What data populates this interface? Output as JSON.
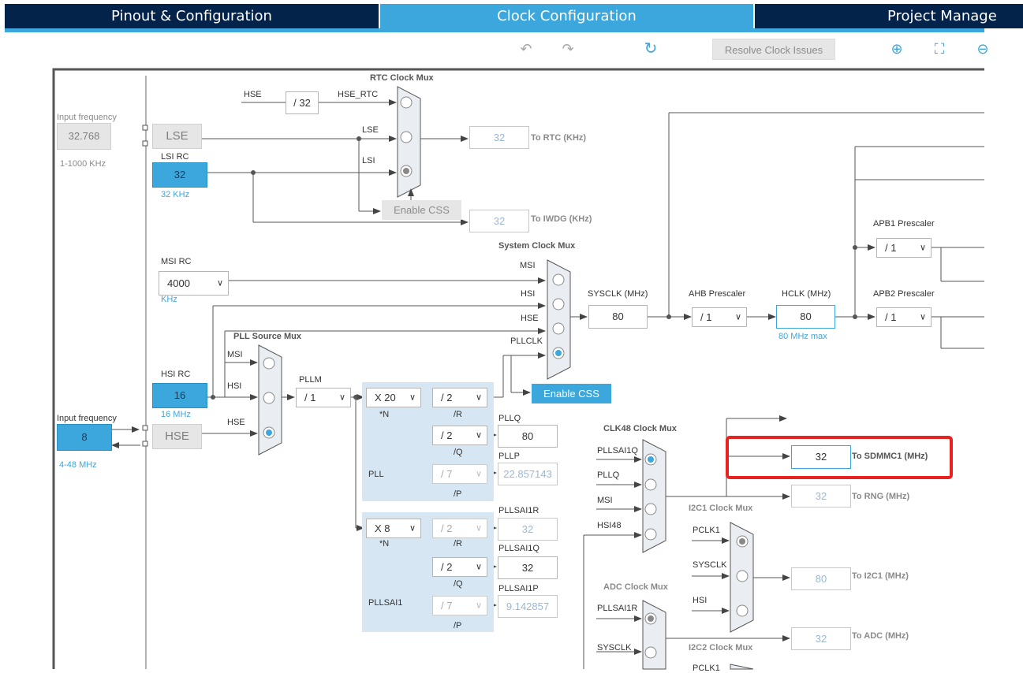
{
  "tabs": [
    "Pinout & Configuration",
    "Clock Configuration",
    "Project Manage"
  ],
  "toolbar": {
    "undo_icon": "undo-icon",
    "redo_icon": "redo-icon",
    "refresh_icon": "refresh-icon",
    "resolve_label": "Resolve Clock Issues",
    "zoom_in_icon": "zoom-in-icon",
    "fit_icon": "fit-icon",
    "zoom_out_icon": "zoom-out-icon"
  },
  "colors": {
    "accent": "#3ba7dc",
    "dark": "#03234b",
    "highlight": "#e8231f"
  },
  "left": {
    "lse_input_label": "Input frequency",
    "lse_input_value": "32.768",
    "lse_range": "1-1000 KHz",
    "lse": "LSE",
    "lsi_rc_label": "LSI RC",
    "lsi_rc_value": "32",
    "lsi_rc_unit": "32 KHz",
    "msi_rc_label": "MSI RC",
    "msi_value": "4000",
    "msi_unit": "KHz",
    "hsi_rc_label": "HSI RC",
    "hsi_value": "16",
    "hsi_unit": "16 MHz",
    "hse_input_label": "Input frequency",
    "hse_input_value": "8",
    "hse_range": "4-48 MHz",
    "hse": "HSE"
  },
  "rtc": {
    "title": "RTC Clock Mux",
    "hse": "HSE",
    "div": "/ 32",
    "hse_rtc": "HSE_RTC",
    "lse": "LSE",
    "lsi": "LSI",
    "enable_css": "Enable CSS",
    "rtc_value": "32",
    "rtc_label": "To RTC (KHz)",
    "iwdg_value": "32",
    "iwdg_label": "To IWDG (KHz)"
  },
  "sysmux": {
    "title": "System Clock Mux",
    "msi": "MSI",
    "hsi": "HSI",
    "hse": "HSE",
    "pllclk": "PLLCLK",
    "enable_css": "Enable CSS",
    "sysclk_label": "SYSCLK (MHz)",
    "sysclk_value": "80",
    "ahb_label": "AHB Prescaler",
    "ahb_value": "/ 1",
    "hclk_label": "HCLK (MHz)",
    "hclk_value": "80",
    "hclk_max": "80 MHz max",
    "apb1_label": "APB1 Prescaler",
    "apb1_value": "/ 1",
    "apb2_label": "APB2 Prescaler",
    "apb2_value": "/ 1"
  },
  "pllsrc": {
    "title": "PLL Source Mux",
    "msi": "MSI",
    "hsi": "HSI",
    "hse": "HSE",
    "pllm_label": "PLLM",
    "pllm_value": "/ 1"
  },
  "pll": {
    "name": "PLL",
    "n_value": "X 20",
    "n_label": "*N",
    "r_value": "/ 2",
    "r_label": "/R",
    "q_value": "/ 2",
    "q_label": "/Q",
    "p_value": "/ 7",
    "p_label": "/P",
    "pllq_label": "PLLQ",
    "pllq_value": "80",
    "pllp_label": "PLLP",
    "pllp_value": "22.857143"
  },
  "pllsai1": {
    "name": "PLLSAI1",
    "n_value": "X 8",
    "n_label": "*N",
    "r_value": "/ 2",
    "r_label": "/R",
    "q_value": "/ 2",
    "q_label": "/Q",
    "p_value": "/ 7",
    "p_label": "/P",
    "r_out_label": "PLLSAI1R",
    "r_out_value": "32",
    "q_out_label": "PLLSAI1Q",
    "q_out_value": "32",
    "p_out_label": "PLLSAI1P",
    "p_out_value": "9.142857"
  },
  "clk48": {
    "title": "CLK48 Clock Mux",
    "in1": "PLLSAI1Q",
    "in2": "PLLQ",
    "in3": "MSI",
    "in4": "HSI48",
    "sdmmc_value": "32",
    "sdmmc_label": "To SDMMC1 (MHz)",
    "rng_value": "32",
    "rng_label": "To RNG (MHz)"
  },
  "i2c1": {
    "title": "I2C1 Clock Mux",
    "in1": "PCLK1",
    "in2": "SYSCLK",
    "in3": "HSI",
    "out_value": "80",
    "out_label": "To I2C1 (MHz)"
  },
  "adc": {
    "title": "ADC Clock Mux",
    "in1": "PLLSAI1R",
    "in2": "SYSCLK",
    "out_value": "32",
    "out_label": "To ADC (MHz)"
  },
  "i2c2": {
    "title": "I2C2 Clock Mux",
    "in1": "PCLK1"
  }
}
